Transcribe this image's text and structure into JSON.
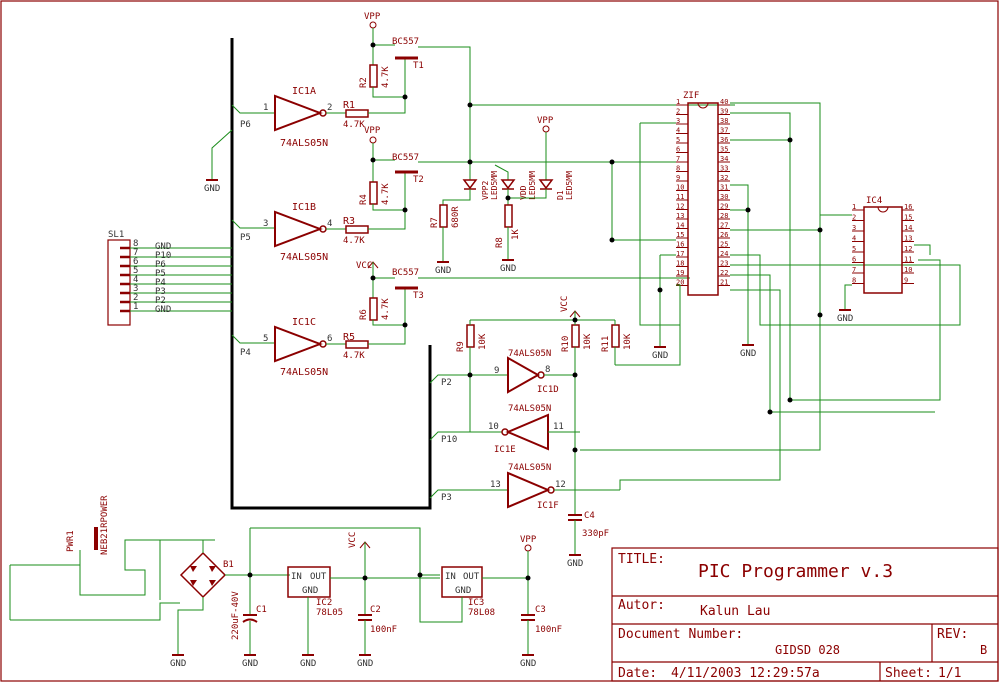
{
  "colors": {
    "wire": "#1a8c1a",
    "symbol": "#8b0000",
    "text": "#333333",
    "frame": "#8b0000",
    "bus": "#000000",
    "junction": "#000000"
  },
  "title_block": {
    "title_label": "TITLE:",
    "title": "PIC Programmer v.3",
    "author_label": "Autor:",
    "author": "Kalun Lau",
    "docnum_label": "Document Number:",
    "docnum": "GIDSD 028",
    "rev_label": "REV:",
    "rev": "B",
    "date_label": "Date:",
    "date": "4/11/2003 12:29:57a",
    "sheet_label": "Sheet:",
    "sheet": "1/1"
  },
  "connector": {
    "name": "SL1",
    "pins": [
      "GND",
      "P10",
      "P6",
      "P5",
      "P4",
      "P3",
      "P2",
      "GND"
    ],
    "pin_numbers": [
      "8",
      "7",
      "6",
      "5",
      "4",
      "3",
      "2",
      "1"
    ]
  },
  "gates": [
    {
      "name": "IC1A",
      "type": "74ALS05N",
      "in_pin": "1",
      "out_pin": "2",
      "net": "P6"
    },
    {
      "name": "IC1B",
      "type": "74ALS05N",
      "in_pin": "3",
      "out_pin": "4",
      "net": "P5"
    },
    {
      "name": "IC1C",
      "type": "74ALS05N",
      "in_pin": "5",
      "out_pin": "6",
      "net": "P4"
    },
    {
      "name": "IC1D",
      "type": "74ALS05N",
      "in_pin": "9",
      "out_pin": "8",
      "net": "P2"
    },
    {
      "name": "IC1E",
      "type": "74ALS05N",
      "in_pin": "11",
      "out_pin": "10",
      "net": "P10"
    },
    {
      "name": "IC1F",
      "type": "74ALS05N",
      "in_pin": "13",
      "out_pin": "12",
      "net": "P3"
    }
  ],
  "resistors": [
    {
      "name": "R1",
      "value": "4.7K"
    },
    {
      "name": "R2",
      "value": "4.7K"
    },
    {
      "name": "R3",
      "value": "4.7K"
    },
    {
      "name": "R4",
      "value": "4.7K"
    },
    {
      "name": "R5",
      "value": "4.7K"
    },
    {
      "name": "R6",
      "value": "4.7K"
    },
    {
      "name": "R7",
      "value": "680R"
    },
    {
      "name": "R8",
      "value": "1K"
    },
    {
      "name": "R9",
      "value": "10K"
    },
    {
      "name": "R10",
      "value": "10K"
    },
    {
      "name": "R11",
      "value": "10K"
    }
  ],
  "transistors": [
    {
      "name": "T1",
      "type": "BC557"
    },
    {
      "name": "T2",
      "type": "BC557"
    },
    {
      "name": "T3",
      "type": "BC557"
    }
  ],
  "leds": [
    {
      "name": "VPP2",
      "type": "LED5MM"
    },
    {
      "name": "VDD",
      "type": "LED5MM"
    },
    {
      "name": "D1",
      "type": "LED5MM"
    }
  ],
  "sockets": [
    {
      "name": "ZIF",
      "left_pins": [
        "1",
        "2",
        "3",
        "4",
        "5",
        "6",
        "7",
        "8",
        "9",
        "10",
        "11",
        "12",
        "13",
        "14",
        "15",
        "16",
        "17",
        "18",
        "19",
        "20"
      ],
      "right_pins": [
        "40",
        "39",
        "38",
        "37",
        "36",
        "35",
        "34",
        "33",
        "32",
        "31",
        "30",
        "29",
        "28",
        "27",
        "26",
        "25",
        "24",
        "23",
        "22",
        "21"
      ]
    },
    {
      "name": "IC4",
      "left_pins": [
        "1",
        "2",
        "3",
        "4",
        "5",
        "6",
        "7",
        "8"
      ],
      "right_pins": [
        "16",
        "15",
        "14",
        "13",
        "12",
        "11",
        "10",
        "9"
      ]
    }
  ],
  "power": {
    "power_jack": "PWR1",
    "jack_type": "NEB21RPOWER",
    "bridge": "B1",
    "c1": {
      "name": "C1",
      "value": "220uF-40V"
    },
    "ic2": {
      "name": "IC2",
      "type": "78L05",
      "in": "IN",
      "out": "OUT",
      "gnd": "GND"
    },
    "ic3": {
      "name": "IC3",
      "type": "78L08",
      "in": "IN",
      "out": "OUT",
      "gnd": "GND"
    },
    "c2": {
      "name": "C2",
      "value": "100nF"
    },
    "c3": {
      "name": "C3",
      "value": "100nF"
    },
    "c4": {
      "name": "C4",
      "value": "330pF"
    }
  },
  "supplies": {
    "vpp": "VPP",
    "vcc": "VCC",
    "gnd": "GND"
  }
}
